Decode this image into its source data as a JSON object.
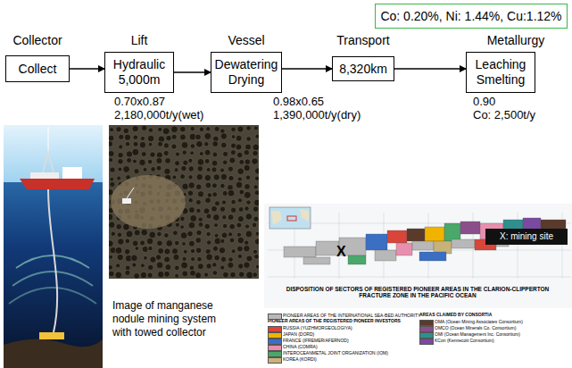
{
  "diagram": {
    "nodes": [
      {
        "text": [
          "Co: 0.20%, Ni: 1.44%, Cu:1.12%"
        ]
      },
      {
        "text": [
          "Collect"
        ]
      },
      {
        "text": [
          "Hydraulic 5,000m"
        ]
      },
      {
        "text": [
          "Dewatering Drying"
        ]
      },
      {
        "text": [
          "8,320km"
        ]
      },
      {
        "text": [
          "Leaching Smelting"
        ]
      },
      {
        "text": [
          "X: mining site"
        ]
      }
    ],
    "edges": [
      {
        "from": 1,
        "to": 2,
        "arrow": "to"
      },
      {
        "from": 2,
        "to": 3,
        "arrow": "to"
      },
      {
        "from": 3,
        "to": 4,
        "arrow": "to"
      },
      {
        "from": 4,
        "to": 5,
        "arrow": "to"
      }
    ],
    "labels": [
      "Collector",
      "Lift",
      "Vessel",
      "Transport",
      "Metallurgy",
      "0.70x0.87",
      "2,180,000t/y(wet)",
      "0.98x0.65",
      "1,390,000t/y(dry)",
      "0.90",
      "Co: 2,500t/y",
      "X",
      "DISPOSITION OF SECTORS OF REGISTERED PIONEER AREAS IN THE CLARION-CLIPPERTON FRACTURE ZONE IN THE PACIFIC OCEAN",
      "Image of manganese nodule mining system with towed collector",
      "PIONEER AREAS OF THE REGISTERED PIONEER INVESTORS",
      "AREAS CLAIMED BY CONSORTIA"
    ],
    "legend": [
      {
        "text": "PIONEER AREAS OF THE INTERNATIONAL SEA-BED AUTHORITY",
        "color": "#b8b8b8"
      },
      {
        "text": "RUSSIA (YUZHMORGEOLOGIYA)",
        "color": "#d9453a"
      },
      {
        "text": "JAPAN (DORD)",
        "color": "#f0b400"
      },
      {
        "text": "FRANCE (IFREMER/AFERNOD)",
        "color": "#3b6fc4"
      },
      {
        "text": "CHINA (COMRA)",
        "color": "#e88fb0"
      },
      {
        "text": "INTEROCEANMETAL JOINT ORGANIZATION (IOM)",
        "color": "#49a86a"
      },
      {
        "text": "KOREA (KORDI)",
        "color": "#c9b27a"
      },
      {
        "text": "OMA (Ocean Mining Associates Consortium)",
        "color": "#5a3a2a"
      },
      {
        "text": "OMCO (Ocean Minerals Co. Consortium)",
        "color": "#8a4f8a"
      },
      {
        "text": "OMI (Ocean Management Inc. Consortium)",
        "color": "#2f8f8f"
      },
      {
        "text": "KCon (Kennecott Consortium)",
        "color": "#7a4aa0"
      }
    ]
  }
}
